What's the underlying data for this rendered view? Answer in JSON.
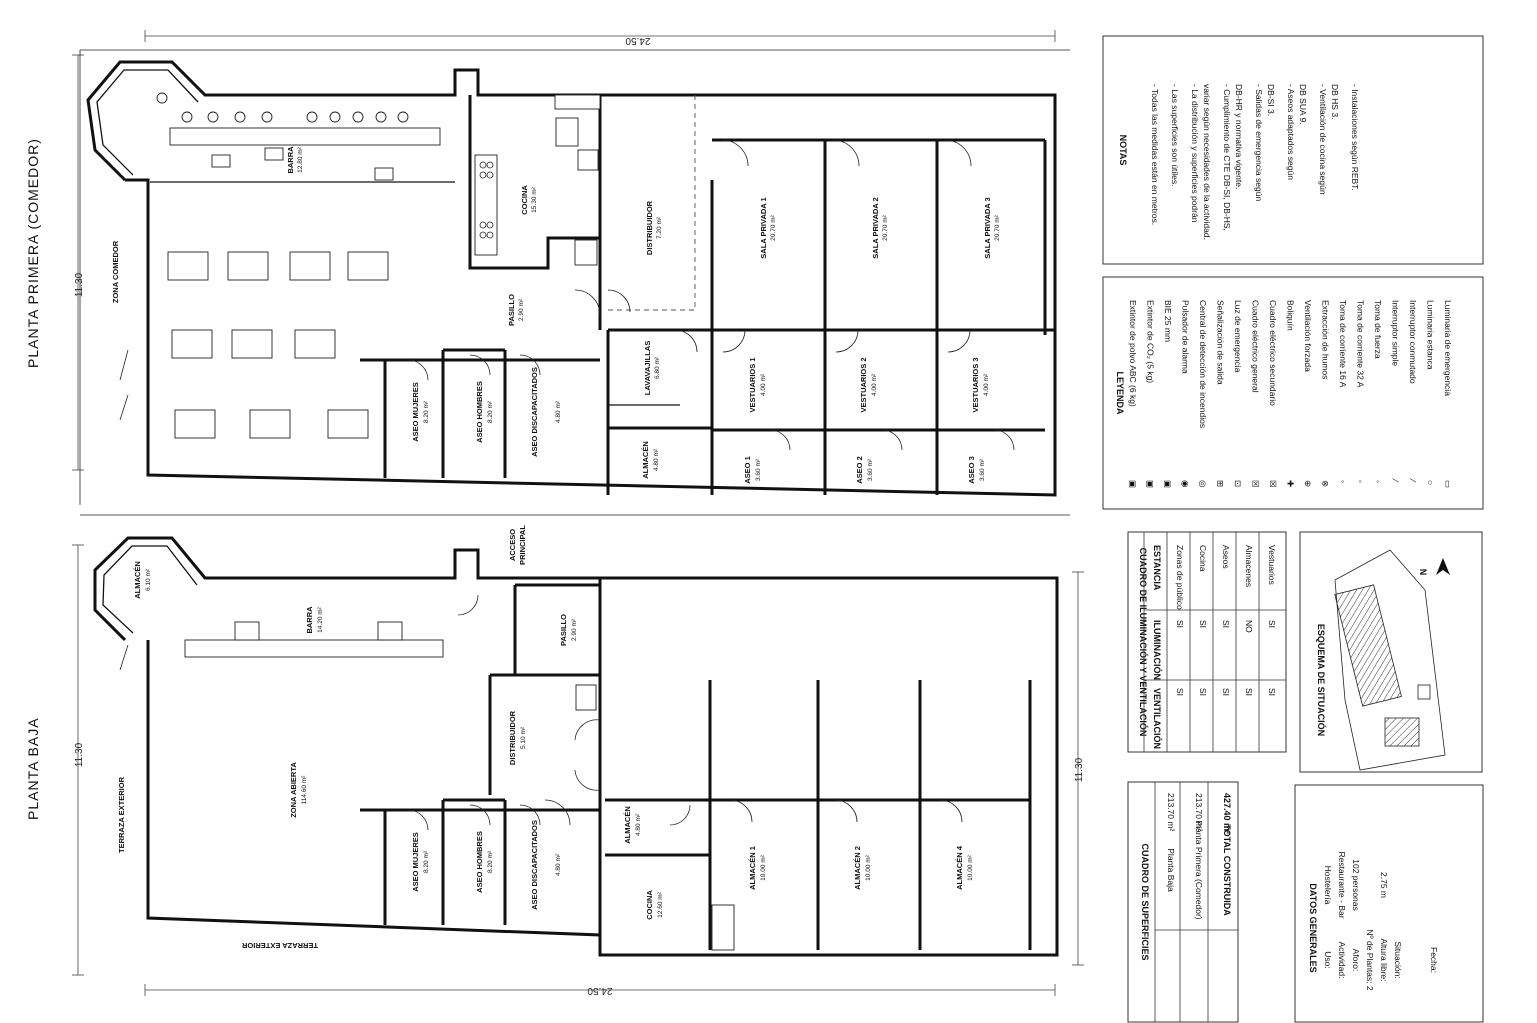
{
  "titles": {
    "upper": "PLANTA PRIMERA (COMEDOR)",
    "lower": "PLANTA BAJA"
  },
  "dimensions": {
    "top_width": "24.50",
    "bottom_width": "24.50",
    "upper_height": "11.30",
    "lower_height_left": "11.30",
    "lower_height_right": "11.30"
  },
  "upper_rooms": {
    "barra": {
      "name": "BARRA",
      "area": "12.80 m²"
    },
    "cocina": {
      "name": "COCINA",
      "area": "15.30 m²"
    },
    "distribuidor": {
      "name": "DISTRIBUIDOR",
      "area": "7.20 m²"
    },
    "sala1": {
      "name": "SALA PRIVADA 1",
      "area": "20.70 m²"
    },
    "sala2": {
      "name": "SALA PRIVADA 2",
      "area": "20.70 m²"
    },
    "sala3": {
      "name": "SALA PRIVADA 3",
      "area": "20.70 m²"
    },
    "zona_comedor": {
      "name": "ZONA COMEDOR"
    },
    "pasillo": {
      "name": "PASILLO",
      "area": "2.90 m²"
    },
    "lavavajillas": {
      "name": "LAVAVAJILLAS",
      "area": "6.80 m²"
    },
    "vest1": {
      "name": "VESTUARIOS 1",
      "area": "4.00 m²"
    },
    "vest2": {
      "name": "VESTUARIOS 2",
      "area": "4.00 m²"
    },
    "vest3": {
      "name": "VESTUARIOS 3",
      "area": "4.00 m²"
    },
    "aseo_m": {
      "name": "ASEO MUJERES",
      "area": "8.20 m²"
    },
    "aseo_h": {
      "name": "ASEO HOMBRES",
      "area": "8.20 m²"
    },
    "aseo_d": {
      "name": "ASEO DISCAPACITADOS",
      "area": "4.80 m²"
    },
    "almacen": {
      "name": "ALMACÉN",
      "area": "4.80 m²"
    },
    "aseo1": {
      "name": "ASEO 1",
      "area": "3.60 m²"
    },
    "aseo2": {
      "name": "ASEO 2",
      "area": "3.60 m²"
    },
    "aseo3": {
      "name": "ASEO 3",
      "area": "3.60 m²"
    }
  },
  "lower_rooms": {
    "almacen": {
      "name": "ALMACÉN",
      "area": "6.10 m²"
    },
    "barra": {
      "name": "BARRA",
      "area": "14.20 m²"
    },
    "pasillo": {
      "name": "PASILLO",
      "area": "2.90 m²"
    },
    "distribuidor": {
      "name": "DISTRIBUIDOR",
      "area": "5.10 m²"
    },
    "zona_abierta": {
      "name": "ZONA ABIERTA",
      "area": "114.60 m²"
    },
    "terraza_v": {
      "name": "TERRAZA EXTERIOR"
    },
    "terraza_h": {
      "name": "TERRAZA EXTERIOR"
    },
    "aseo_m": {
      "name": "ASEO MUJERES",
      "area": "8.20 m²"
    },
    "aseo_h": {
      "name": "ASEO HOMBRES",
      "area": "8.20 m²"
    },
    "aseo_d": {
      "name": "ASEO DISCAPACITADOS",
      "area": "4.80 m²"
    },
    "almacen_small": {
      "name": "ALMACÉN",
      "area": "4.80 m²"
    },
    "cocina": {
      "name": "COCINA",
      "area": "12.60 m²"
    },
    "almacen1": {
      "name": "ALMACÉN 1",
      "area": "10.00 m²"
    },
    "almacen2": {
      "name": "ALMACÉN 2",
      "area": "10.00 m²"
    },
    "almacen4": {
      "name": "ALMACÉN 4",
      "area": "10.00 m²"
    },
    "acceso": {
      "line1": "ACCESO",
      "line2": "PRINCIPAL"
    }
  },
  "notas": {
    "title": "NOTAS",
    "items": [
      [
        "- Todas las medidas están en metros."
      ],
      [
        "- Las superficies son útiles."
      ],
      [
        "- La distribución y superficies podrán",
        "variar según necesidades de la actividad."
      ],
      [
        "- Cumplimiento de CTE DB-SI, DB-HS,",
        "DB-HR y normativa vigente."
      ],
      [
        "- Salidas de emergencia según",
        "DB-SI 3."
      ],
      [
        "- Aseos adaptados según",
        "DB SUA 9."
      ],
      [
        "- Ventilación de cocina según",
        "DB HS 3."
      ],
      [
        "- Instalaciones según REBT."
      ]
    ]
  },
  "leyenda": {
    "title": "LEYENDA",
    "items": [
      "Extintor de polvo ABC (6 kg)",
      "Extintor de CO₂ (5 kg)",
      "BIE 25 mm",
      "Pulsador de alarma",
      "Central de detección de incendios",
      "Señalización de salida",
      "Luz de emergencia",
      "Cuadro eléctrico general",
      "Cuadro eléctrico secundario",
      "Boliquín",
      "Ventilación forzada",
      "Extracción de humos",
      "Toma de corriente 16 A",
      "Toma de corriente 32 A",
      "Toma de fuerza",
      "Interruptor simple",
      "Interruptor conmutado",
      "Luminaria estanca",
      "Luminaria de emergencia"
    ]
  },
  "iluminacion": {
    "title": "CUADRO DE ILUMINACIÓN Y VENTILACIÓN",
    "headers": [
      "ESTANCIA",
      "ILUMINACIÓN",
      "VENTILACIÓN"
    ],
    "rows": [
      [
        "Zonas de público",
        "SI",
        "SI"
      ],
      [
        "Cocina",
        "SI",
        "SI"
      ],
      [
        "Aseos",
        "SI",
        "SI"
      ],
      [
        "Almacenes",
        "NO",
        "SI"
      ],
      [
        "Vestuarios",
        "SI",
        "SI"
      ]
    ]
  },
  "superficies": {
    "title": "CUADRO DE SUPERFICIES",
    "rows": [
      [
        "Planta Baja",
        "213.70 m²"
      ],
      [
        "Planta Primera (Comedor)",
        "213.70 m²"
      ]
    ],
    "total": [
      "TOTAL CONSTRUIDA",
      "427.40 m²"
    ]
  },
  "situacion": {
    "title": "ESQUEMA DE SITUACIÓN",
    "north": "N"
  },
  "datos": {
    "title": "DATOS GENERALES",
    "rows": [
      [
        "Uso:",
        "Hostelería"
      ],
      [
        "Actividad:",
        "Restaurante - Bar"
      ],
      [
        "Aforo:",
        "102 personas"
      ],
      [
        "Nº de Plantas: 2",
        ""
      ],
      [
        "Altura libre:",
        "2.75 m"
      ],
      [
        "Situación:",
        ""
      ],
      [
        "Fecha:",
        ""
      ]
    ]
  }
}
